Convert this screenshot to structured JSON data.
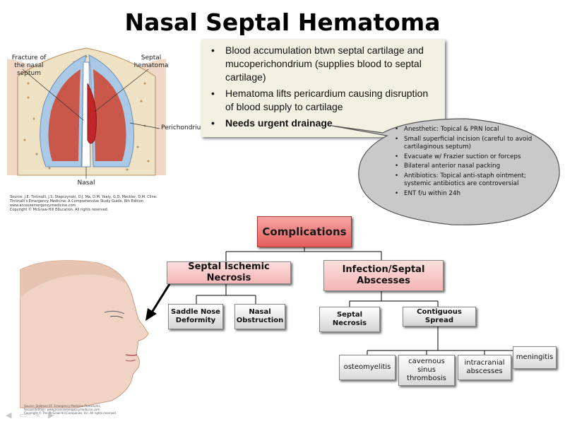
{
  "title": "Nasal Septal Hematoma",
  "anatomy": {
    "labels": {
      "fracture": "Fracture of the nasal septum",
      "septal_hematoma": "Septal hematoma",
      "perichondrium": "Perichondrium",
      "nasal": "Nasal"
    },
    "source_lines": [
      "Source: J.E. Tintinalli, J.S. Stapczynski, O.J. Ma, D.M. Yealy, G.D. Meckler, D.M. Cline:",
      "Tintinalli's Emergency Medicine: A Comprehensive Study Guide, 8th Edition",
      "www.accessemergencymedicine.com",
      "Copyright © McGraw-Hill Education.  All rights reserved."
    ]
  },
  "bullets": [
    {
      "text": "Blood accumulation btwn septal cartilage and mucoperichondrium (supplies blood to septal cartilage)",
      "bold": false
    },
    {
      "text": "Hematoma lifts pericardium causing disruption of blood supply to cartilage",
      "bold": false
    },
    {
      "text": "Needs urgent drainage",
      "bold": true
    }
  ],
  "callout": [
    "Anesthetic: Topical  & PRN local",
    "Small superficial incision (careful to avoid cartilaginous septum)",
    "Evacuate w/ Frazier suction or forceps",
    "Bilateral anterior nasal packing",
    "Antibiotics: Topical anti-staph ointment; systemic antibiotics are controversial",
    "ENT f/u within 24h"
  ],
  "tree": {
    "root": "Complications",
    "ischemic": "Septal Ischemic Necrosis",
    "infection": "Infection/Septal Abscesses",
    "saddle": "Saddle Nose Deformity",
    "obstruction": "Nasal Obstruction",
    "necrosis": "Septal Necrosis",
    "contiguous": "Contiguous Spread",
    "osteomyelitis": "osteomyelitis",
    "cavernous": "cavernous sinus thrombosis",
    "intracranial": "intracranial abscesses",
    "meningitis": "meningitis"
  },
  "face_source": [
    "Source: Stallman EF: Emergency Medicine Procedures,",
    "Second Edition: www.accessemergencymedicine.com",
    "Copyright © The McGraw-Hill Companies, Inc. All rights reserved."
  ],
  "colors": {
    "root_node": "#e55d5d",
    "pink_node": "#f4b5b5",
    "grey_node": "#d3d3d3",
    "callout_fill": "#c9c9c9",
    "bullet_box": "#f1f1e1",
    "septum_blood": "#c0252a",
    "cartilage_blue": "#aac9e6",
    "tissue_red": "#c9584a"
  },
  "nav_icons": [
    "arrow-left-icon",
    "slide-icon",
    "comment-icon",
    "arrow-right-icon"
  ]
}
